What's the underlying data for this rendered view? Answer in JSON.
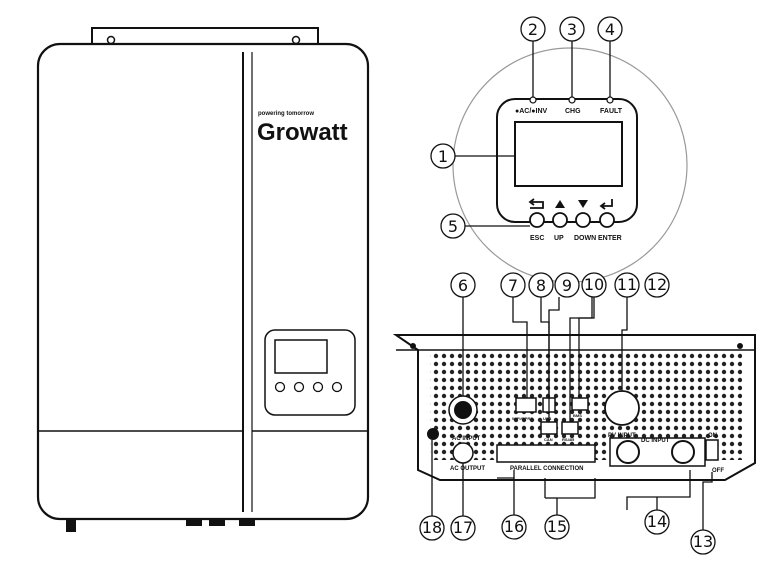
{
  "brand": {
    "name": "Growatt",
    "tagline": "powering tomorrow"
  },
  "panel_labels": {
    "ac_inv": "●AC/●INV",
    "chg": "CHG",
    "fault": "FAULT",
    "esc": "ESC",
    "up": "UP",
    "down": "DOWN",
    "enter": "ENTER"
  },
  "bottom_labels": {
    "ac_input": "AC INPUT",
    "pv_input": "PV INPUT",
    "wifi_gprs": "WIFI/GPRS",
    "usb": "USB",
    "can": "CAN",
    "rs485": "RS485",
    "bms": "BMS",
    "ac_output": "AC OUTPUT",
    "parallel": "PARALLEL CONNECTION",
    "dc_input": "DC INPUT",
    "on": "ON",
    "off": "OFF"
  },
  "callouts": [
    "1",
    "2",
    "3",
    "4",
    "5",
    "6",
    "7",
    "8",
    "9",
    "10",
    "11",
    "12",
    "13",
    "14",
    "15",
    "16",
    "17",
    "18"
  ]
}
